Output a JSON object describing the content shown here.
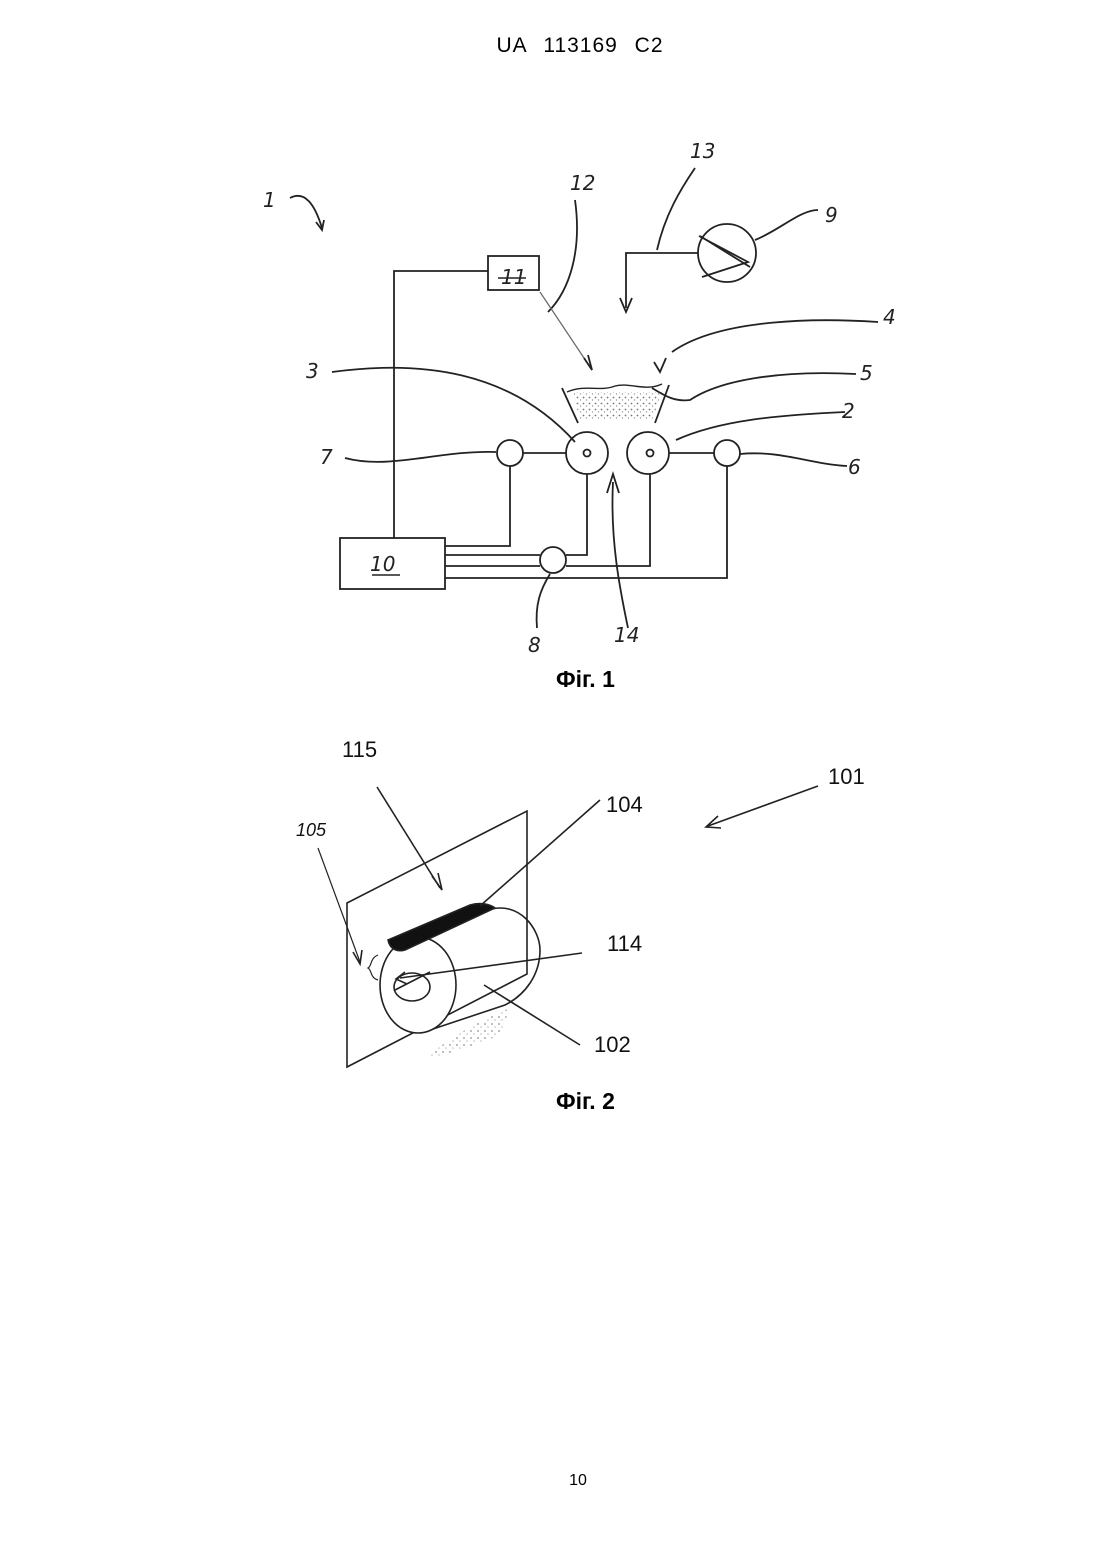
{
  "header": {
    "patent_number": "UA   113169   C2"
  },
  "figure1": {
    "caption": "Фіг. 1",
    "labels": {
      "l1": "1",
      "l2": "2",
      "l3": "3",
      "l4": "4",
      "l5": "5",
      "l6": "6",
      "l7": "7",
      "l8": "8",
      "l9": "9",
      "l10": "10",
      "l11": "11",
      "l12": "12",
      "l13": "13",
      "l14": "14"
    }
  },
  "figure2": {
    "caption": "Фіг. 2",
    "labels": {
      "l101": "101",
      "l102": "102",
      "l104": "104",
      "l105": "105",
      "l114": "114",
      "l115": "115"
    }
  },
  "footer": {
    "page_number": "10"
  }
}
